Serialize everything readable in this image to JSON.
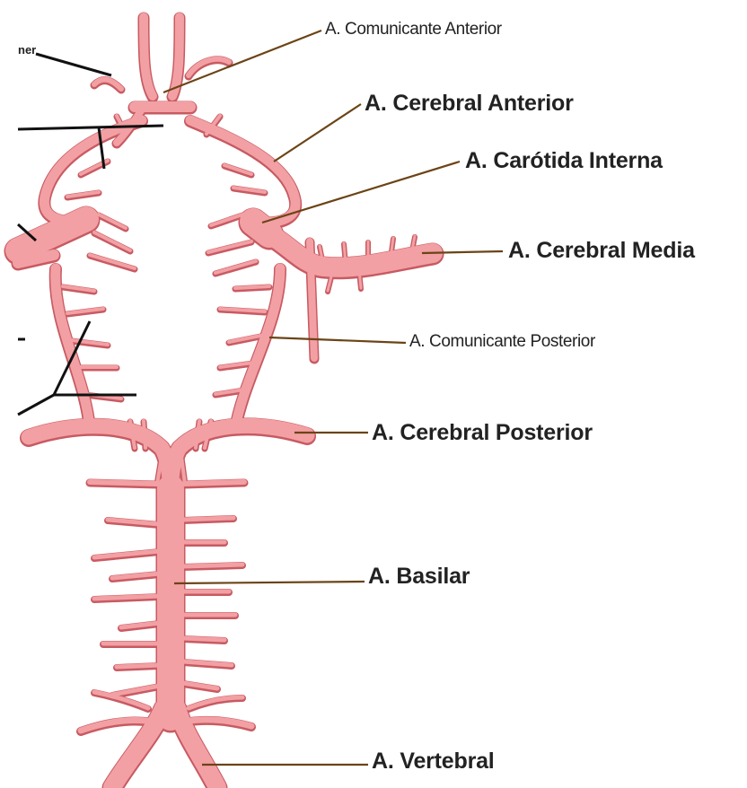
{
  "labels": {
    "fragment": "ner",
    "acom": "A. Comunicante Anterior",
    "aca": "A. Cerebral Anterior",
    "ica": "A. Carótida Interna",
    "mca": "A. Cerebral Media",
    "pcom": "A. Comunicante Posterior",
    "pca": "A. Cerebral Posterior",
    "basilar": "A. Basilar",
    "vertebral": "A. Vertebral"
  },
  "colors": {
    "artery": "#f2a0a4",
    "artery_edge": "#c85a62",
    "leader": "#6b4416",
    "leader_black": "#111111"
  }
}
